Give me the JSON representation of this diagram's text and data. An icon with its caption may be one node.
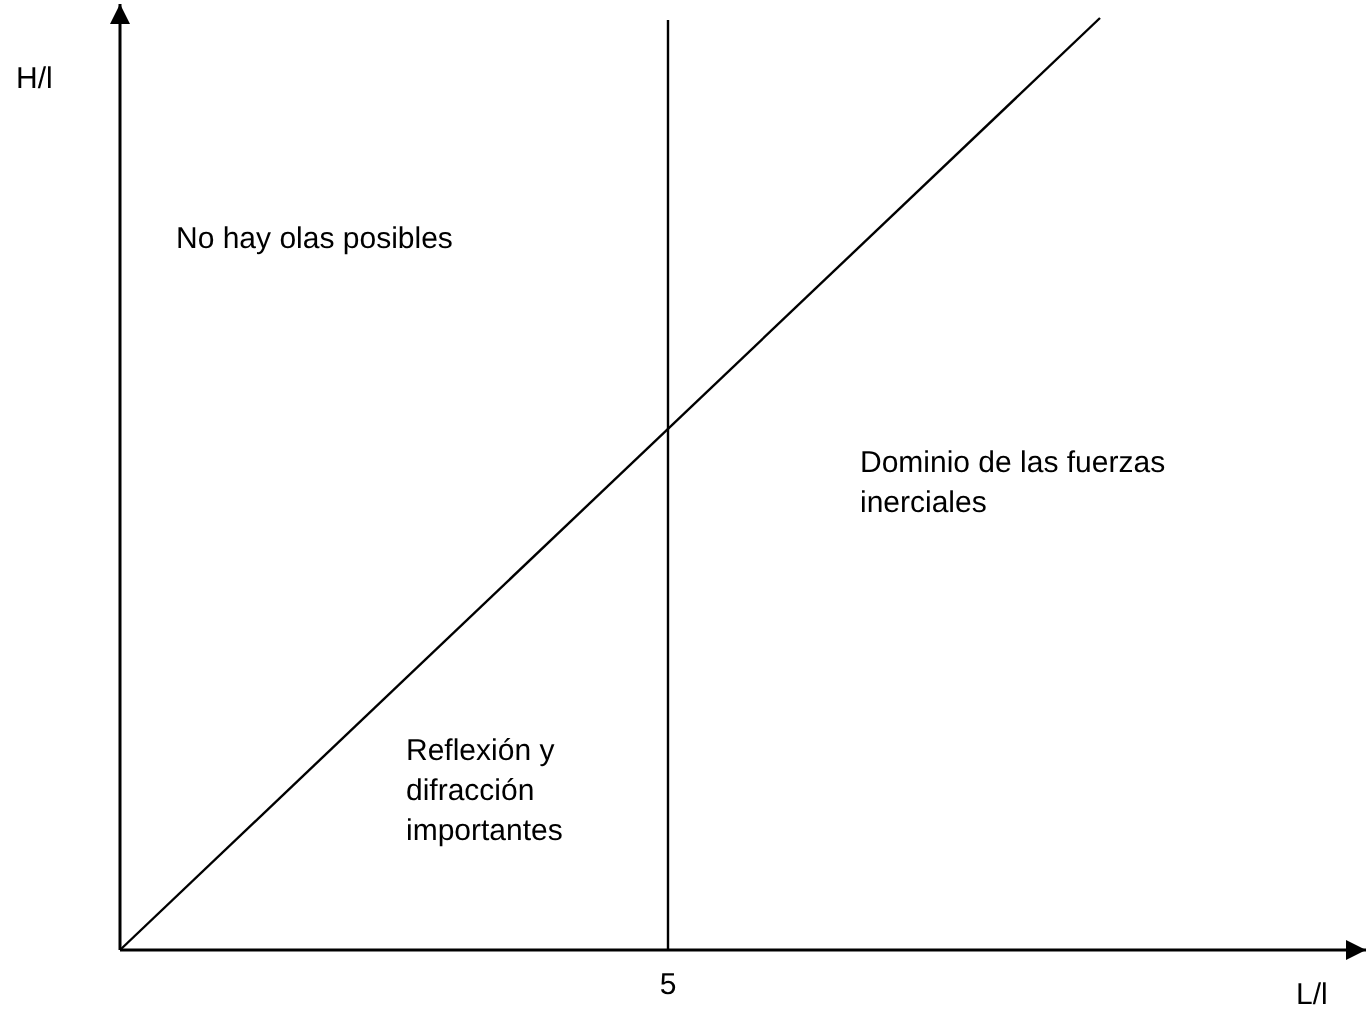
{
  "diagram": {
    "labels": [
      "H/l",
      "No hay olas posibles",
      "Dominio de las fuerzas inerciales",
      "Reflexión y difracción importantes",
      "5",
      "L/l"
    ]
  }
}
